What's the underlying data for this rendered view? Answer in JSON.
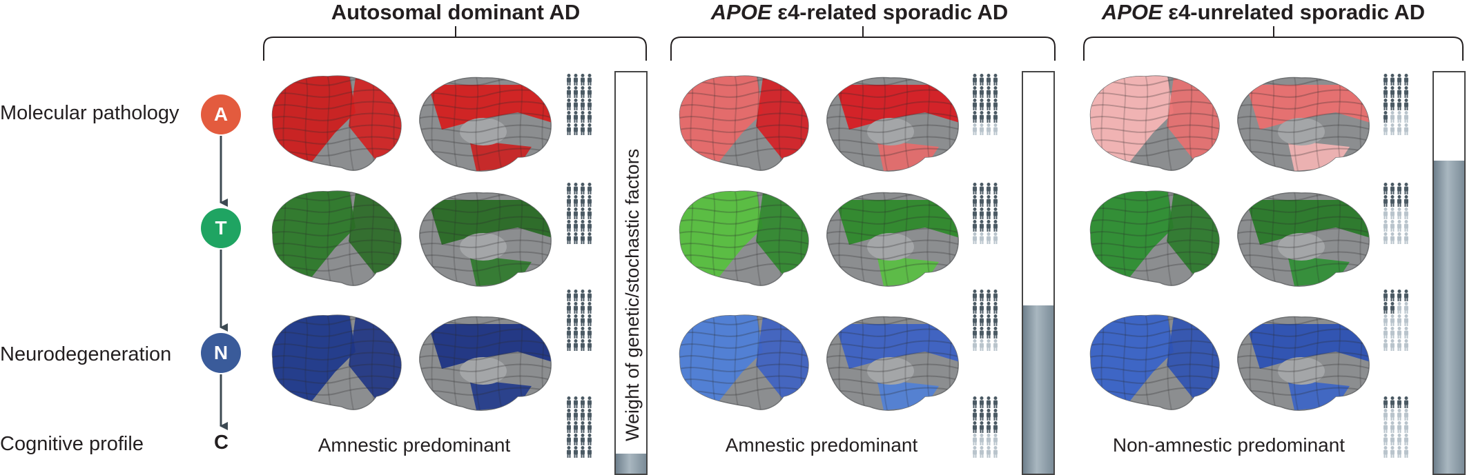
{
  "rows": [
    {
      "label": "Molecular pathology",
      "letter": "A",
      "color": "#e35b3e"
    },
    {
      "label": "",
      "letter": "T",
      "color": "#1fa462"
    },
    {
      "label": "Neurodegeneration",
      "letter": "N",
      "color": "#3a5b9a"
    },
    {
      "label": "Cognitive profile",
      "letter": "C",
      "color": ""
    }
  ],
  "columns": [
    {
      "title": "Autosomal dominant AD",
      "title_prefix": "",
      "profile": "Amnestic predominant",
      "weight_fraction": 0.05,
      "brain_colors": {
        "A": [
          "#cc1f1f",
          "#d42020"
        ],
        "T": [
          "#2e7a2b",
          "#2a6b26"
        ],
        "N": [
          "#203a8c",
          "#1f3585"
        ]
      },
      "figures_dark": [
        20,
        20,
        20,
        20
      ]
    },
    {
      "title": " ε4-related sporadic AD",
      "title_prefix": "APOE",
      "profile": "Amnestic predominant",
      "weight_fraction": 0.42,
      "brain_colors": {
        "A": [
          "#e86a6a",
          "#d71e24"
        ],
        "T": [
          "#58c040",
          "#2f8a2c"
        ],
        "N": [
          "#4f80d8",
          "#3d62c4"
        ]
      },
      "figures_dark": [
        16,
        16,
        16,
        12
      ]
    },
    {
      "title": " ε4-unrelated sporadic AD",
      "title_prefix": "APOE",
      "profile": "Non-amnestic predominant",
      "weight_fraction": 0.78,
      "brain_colors": {
        "A": [
          "#f5b5b5",
          "#ea7070"
        ],
        "T": [
          "#2e8f33",
          "#2a7a2a"
        ],
        "N": [
          "#3a64c8",
          "#2d52b4"
        ]
      },
      "figures_dark": [
        13,
        8,
        6,
        4
      ]
    }
  ],
  "weight_label": "Weight of genetic/stochastic factors",
  "colors": {
    "gray_brain": "#8c8e90",
    "figure_dark": "#4b5a64",
    "figure_light": "#b9c4cc",
    "arrow": "#3d4a53"
  }
}
